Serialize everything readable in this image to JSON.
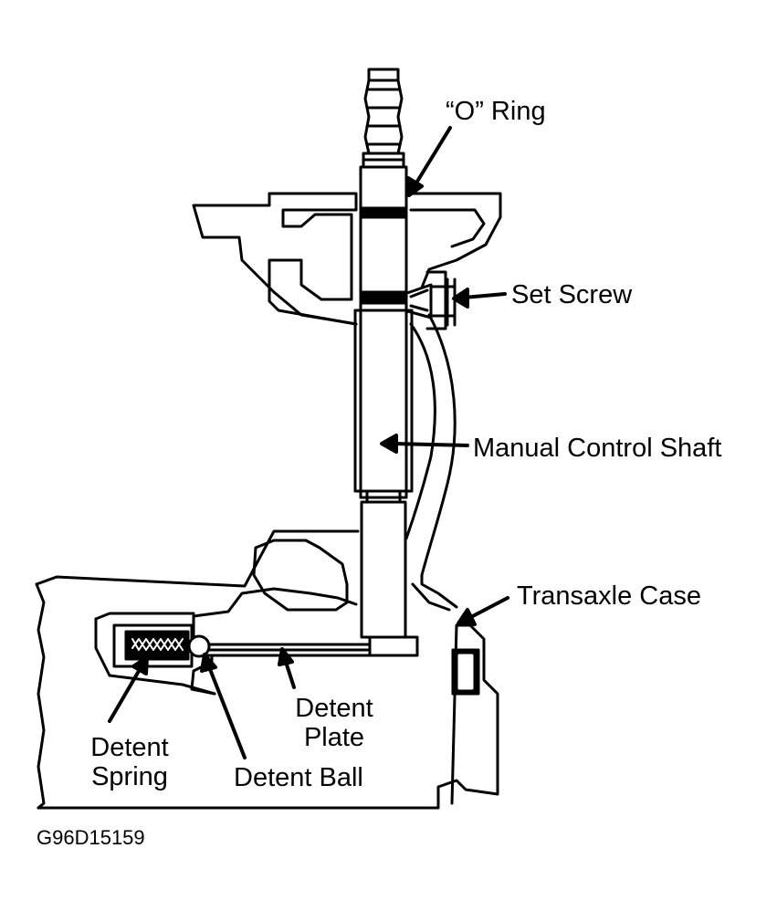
{
  "labels": {
    "o_ring": "“O” Ring",
    "set_screw": "Set Screw",
    "manual_control_shaft": "Manual Control Shaft",
    "transaxle_case": "Transaxle Case",
    "detent_plate_1": "Detent",
    "detent_plate_2": "Plate",
    "detent_spring_1": "Detent",
    "detent_spring_2": "Spring",
    "detent_ball": "Detent Ball"
  },
  "figure_code": "G96D15159",
  "colors": {
    "ink": "#000000",
    "paper": "#ffffff"
  }
}
